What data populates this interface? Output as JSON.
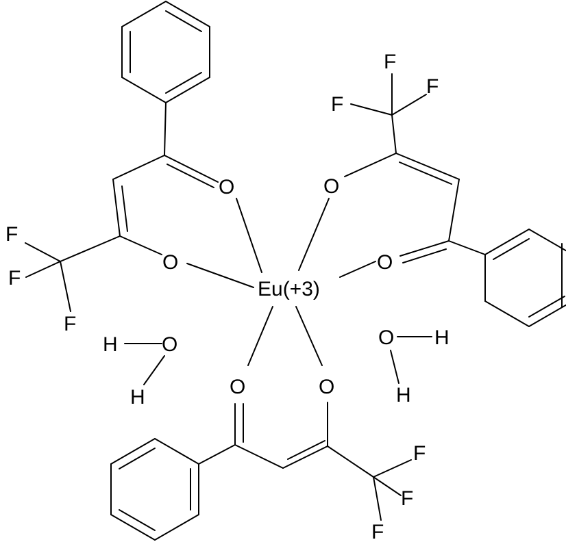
{
  "structure": {
    "metal_label": "Eu(+3)",
    "atom_labels": {
      "oxygen": "O",
      "fluorine": "F",
      "hydrogen": "H"
    }
  }
}
